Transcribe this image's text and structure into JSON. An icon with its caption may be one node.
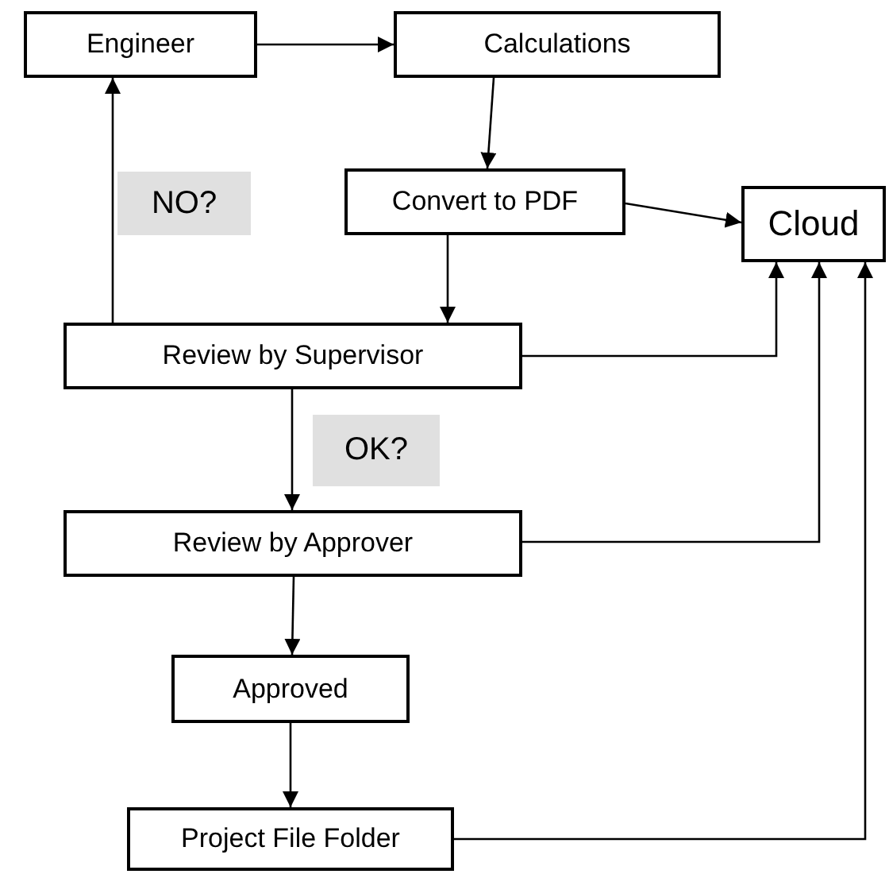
{
  "diagram": {
    "nodes": [
      {
        "text": [
          "Engineer"
        ]
      },
      {
        "text": [
          "Calculations"
        ]
      },
      {
        "text": [
          "Convert to PDF"
        ]
      },
      {
        "text": [
          "Cloud"
        ]
      },
      {
        "text": [
          "Review by Supervisor"
        ]
      },
      {
        "text": [
          "Review by Approver"
        ]
      },
      {
        "text": [
          "Approved"
        ]
      },
      {
        "text": [
          "Project File Folder"
        ]
      }
    ],
    "edges": [
      {
        "from": 0,
        "to": 1,
        "arrow": "to"
      },
      {
        "from": 1,
        "to": 2,
        "arrow": "to"
      },
      {
        "from": 2,
        "to": 3,
        "arrow": "to"
      },
      {
        "from": 2,
        "to": 4,
        "arrow": "to"
      },
      {
        "from": 4,
        "to": 0,
        "arrow": "to",
        "label": "NO?"
      },
      {
        "from": 4,
        "to": 3,
        "arrow": "to"
      },
      {
        "from": 4,
        "to": 5,
        "arrow": "to",
        "label": "OK?"
      },
      {
        "from": 5,
        "to": 3,
        "arrow": "to"
      },
      {
        "from": 5,
        "to": 6,
        "arrow": "to"
      },
      {
        "from": 6,
        "to": 7,
        "arrow": "to"
      },
      {
        "from": 7,
        "to": 3,
        "arrow": "to"
      }
    ]
  }
}
